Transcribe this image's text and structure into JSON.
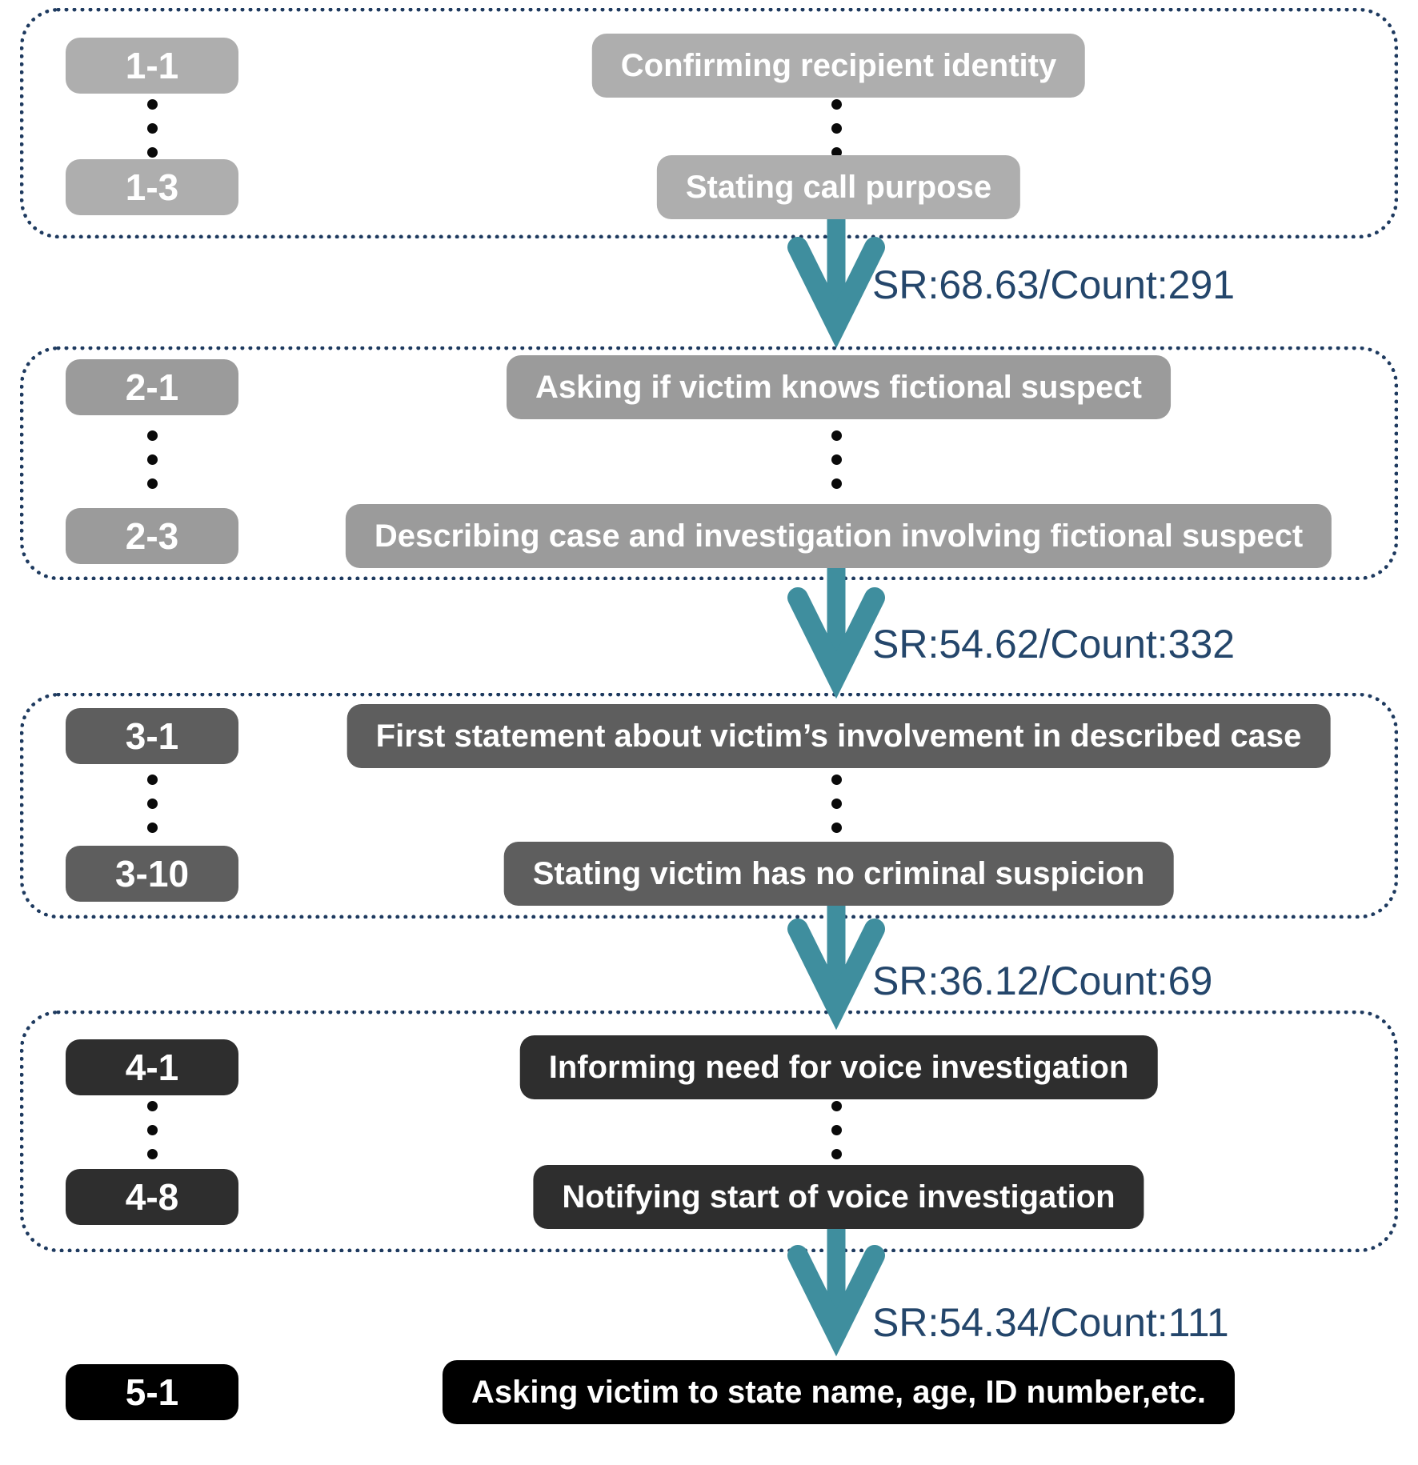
{
  "figure": {
    "title": "Scam call script flow diagram",
    "background_color": "#ffffff",
    "frame_border_color": "#1e3a5f",
    "arrow_color": "#3f8e9e",
    "transition_text_color": "#24466b",
    "box_text_color": "#ffffff",
    "stage_box_colors": [
      "#aeaeae",
      "#9b9b9b",
      "#5e5e5e",
      "#2e2e2e",
      "#000000"
    ]
  },
  "stages": [
    {
      "name": "stage-1",
      "rows": [
        {
          "code": "1-1",
          "text": "Confirming recipient identity"
        },
        {
          "code": "1-3",
          "text": "Stating call purpose"
        }
      ]
    },
    {
      "name": "stage-2",
      "rows": [
        {
          "code": "2-1",
          "text": "Asking if victim knows fictional suspect"
        },
        {
          "code": "2-3",
          "text": "Describing case and investigation involving fictional suspect"
        }
      ]
    },
    {
      "name": "stage-3",
      "rows": [
        {
          "code": "3-1",
          "text": "First statement about victim’s involvement in described case"
        },
        {
          "code": "3-10",
          "text": "Stating victim has no criminal suspicion"
        }
      ]
    },
    {
      "name": "stage-4",
      "rows": [
        {
          "code": "4-1",
          "text": "Informing need for voice investigation"
        },
        {
          "code": "4-8",
          "text": "Notifying start of voice investigation"
        }
      ]
    },
    {
      "name": "stage-5",
      "rows": [
        {
          "code": "5-1",
          "text": "Asking victim to state name, age, ID number,etc."
        }
      ]
    }
  ],
  "transitions": [
    {
      "sr": "68.63",
      "count": "291",
      "label": "SR:68.63/Count:291"
    },
    {
      "sr": "54.62",
      "count": "332",
      "label": "SR:54.62/Count:332"
    },
    {
      "sr": "36.12",
      "count": "69",
      "label": "SR:36.12/Count:69"
    },
    {
      "sr": "54.34",
      "count": "111",
      "label": "SR:54.34/Count:111"
    }
  ]
}
